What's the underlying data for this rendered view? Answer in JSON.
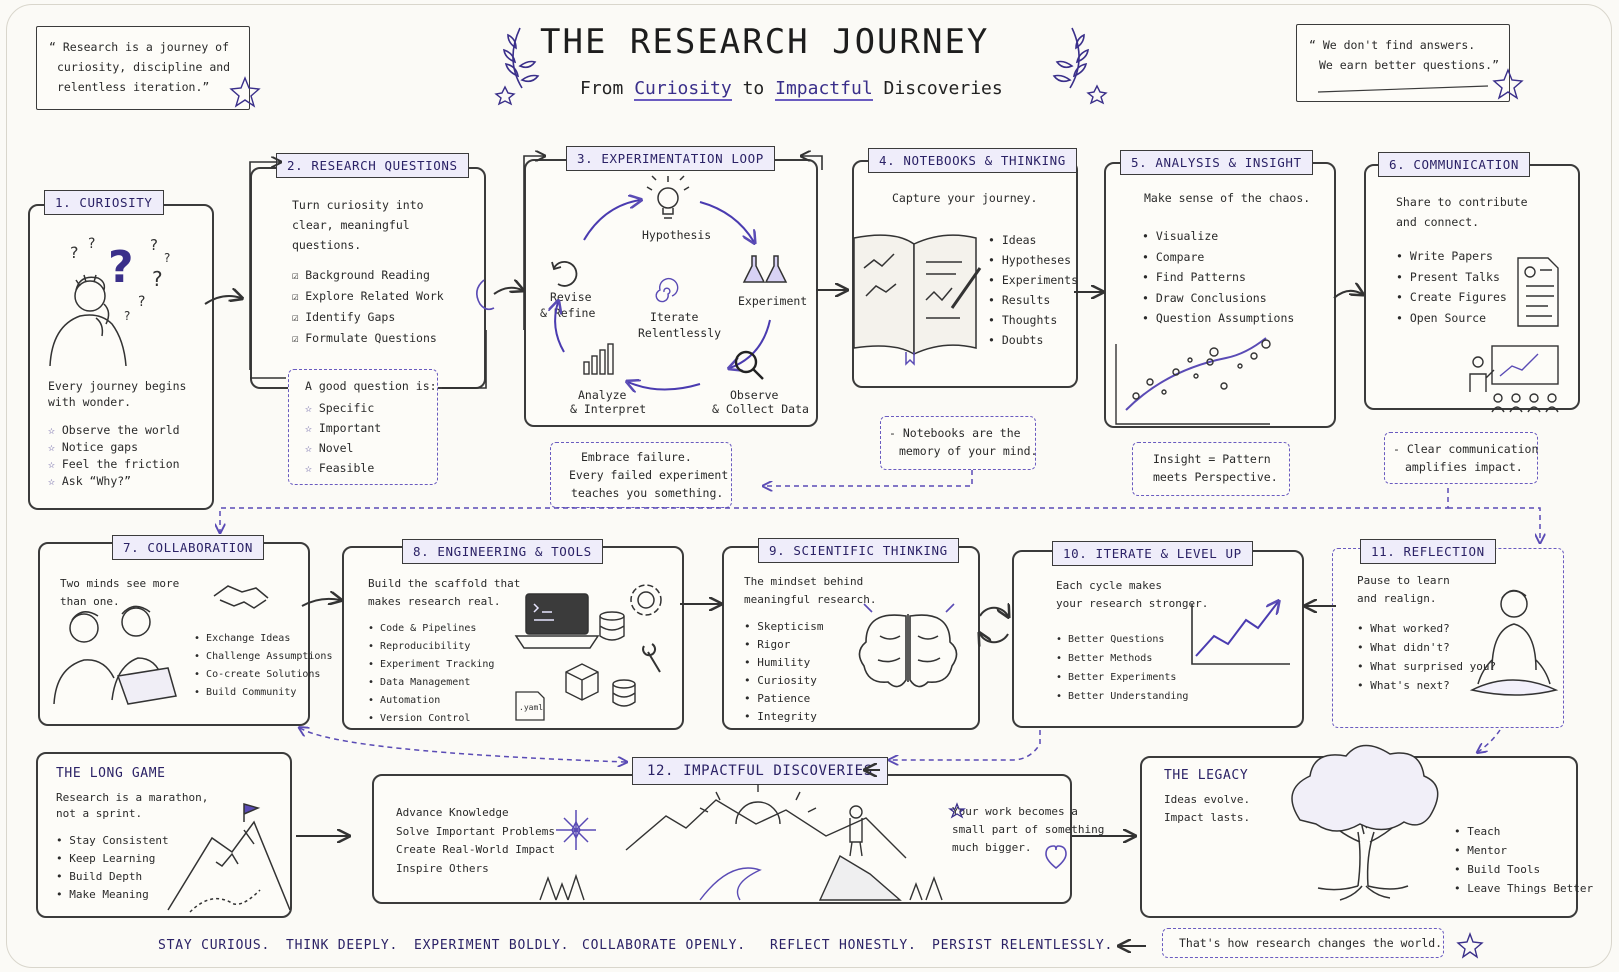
{
  "header": {
    "title": "THE RESEARCH JOURNEY",
    "subtitle_from": "From",
    "subtitle_curiosity": "Curiosity",
    "subtitle_to": "to",
    "subtitle_impactful": "Impactful",
    "subtitle_discoveries": "Discoveries"
  },
  "quotes": {
    "left": [
      "“ Research is a journey of",
      "curiosity, discipline and",
      "relentless iteration.”"
    ],
    "right": [
      "“ We don't find answers.",
      "We earn better questions.”"
    ]
  },
  "s1": {
    "tag": "1. CURIOSITY",
    "intro": [
      "Every journey begins",
      "with wonder."
    ],
    "items": [
      "Observe the world",
      "Notice gaps",
      "Feel the friction",
      "Ask “Why?”"
    ]
  },
  "s2": {
    "tag": "2. RESEARCH QUESTIONS",
    "intro": [
      "Turn curiosity into",
      "clear, meaningful",
      "questions."
    ],
    "items": [
      "Background Reading",
      "Explore Related Work",
      "Identify Gaps",
      "Formulate Questions"
    ],
    "note_title": "A good question is:",
    "note_items": [
      "Specific",
      "Important",
      "Novel",
      "Feasible"
    ]
  },
  "s3": {
    "tag": "3. EXPERIMENTATION LOOP",
    "hypothesis": "Hypothesis",
    "experiment": "Experiment",
    "observe": [
      "Observe",
      "& Collect Data"
    ],
    "analyze": [
      "Analyze",
      "& Interpret"
    ],
    "revise": [
      "Revise",
      "& Refine"
    ],
    "center": [
      "Iterate",
      "Relentlessly"
    ],
    "note": [
      "Embrace failure.",
      "Every failed experiment",
      "teaches you something."
    ]
  },
  "s4": {
    "tag": "4. NOTEBOOKS & THINKING",
    "intro": "Capture your journey.",
    "items": [
      "Ideas",
      "Hypotheses",
      "Experiments",
      "Results",
      "Thoughts",
      "Doubts"
    ],
    "note": [
      "- Notebooks are the",
      "memory of your mind."
    ]
  },
  "s5": {
    "tag": "5. ANALYSIS & INSIGHT",
    "intro": "Make sense of the chaos.",
    "items": [
      "Visualize",
      "Compare",
      "Find Patterns",
      "Draw Conclusions",
      "Question Assumptions"
    ],
    "note": [
      "Insight = Pattern",
      "meets Perspective."
    ]
  },
  "s6": {
    "tag": "6. COMMUNICATION",
    "intro": [
      "Share to contribute",
      "and connect."
    ],
    "items": [
      "Write Papers",
      "Present Talks",
      "Create Figures",
      "Open Source"
    ],
    "note": [
      "- Clear communication",
      "amplifies impact."
    ]
  },
  "s7": {
    "tag": "7. COLLABORATION",
    "intro": [
      "Two minds see more",
      "than one."
    ],
    "items": [
      "Exchange Ideas",
      "Challenge Assumptions",
      "Co-create Solutions",
      "Build Community"
    ]
  },
  "s8": {
    "tag": "8. ENGINEERING & TOOLS",
    "intro": [
      "Build the scaffold that",
      "makes research real."
    ],
    "items": [
      "Code & Pipelines",
      "Reproducibility",
      "Experiment Tracking",
      "Data Management",
      "Automation",
      "Version Control"
    ],
    "yaml": ".yaml"
  },
  "s9": {
    "tag": "9. SCIENTIFIC THINKING",
    "intro": [
      "The mindset behind",
      "meaningful research."
    ],
    "items": [
      "Skepticism",
      "Rigor",
      "Humility",
      "Curiosity",
      "Patience",
      "Integrity"
    ]
  },
  "s10": {
    "tag": "10. ITERATE & LEVEL UP",
    "intro": [
      "Each cycle makes",
      "your research stronger."
    ],
    "items": [
      "Better Questions",
      "Better Methods",
      "Better Experiments",
      "Better Understanding"
    ]
  },
  "s11": {
    "tag": "11. REFLECTION",
    "intro": [
      "Pause to learn",
      "and realign."
    ],
    "items": [
      "What worked?",
      "What didn't?",
      "What surprised you?",
      "What's next?"
    ]
  },
  "longgame": {
    "title": "THE LONG GAME",
    "intro": [
      "Research is a marathon,",
      "not a sprint."
    ],
    "items": [
      "Stay Consistent",
      "Keep Learning",
      "Build Depth",
      "Make Meaning"
    ]
  },
  "s12": {
    "tag": "12. IMPACTFUL DISCOVERIES",
    "items": [
      "Advance Knowledge",
      "Solve Important Problems",
      "Create Real-World Impact",
      "Inspire Others"
    ],
    "right": [
      "Your work becomes a",
      "small part of something",
      "much bigger."
    ]
  },
  "legacy": {
    "title": "THE LEGACY",
    "intro": [
      "Ideas evolve.",
      "Impact lasts."
    ],
    "items": [
      "Teach",
      "Mentor",
      "Build Tools",
      "Leave Things Better"
    ]
  },
  "footer": {
    "mottos": [
      "STAY CURIOUS.",
      "THINK DEEPLY.",
      "EXPERIMENT BOLDLY.",
      "COLLABORATE OPENLY.",
      "REFLECT HONESTLY.",
      "PERSIST RELENTLESSLY."
    ],
    "closing": "That's how research changes the world."
  },
  "colors": {
    "accent": "#3a2f8a",
    "ink": "#2a2a2a",
    "tag_fill": "#efedfa",
    "paper": "#fbfaf6"
  }
}
